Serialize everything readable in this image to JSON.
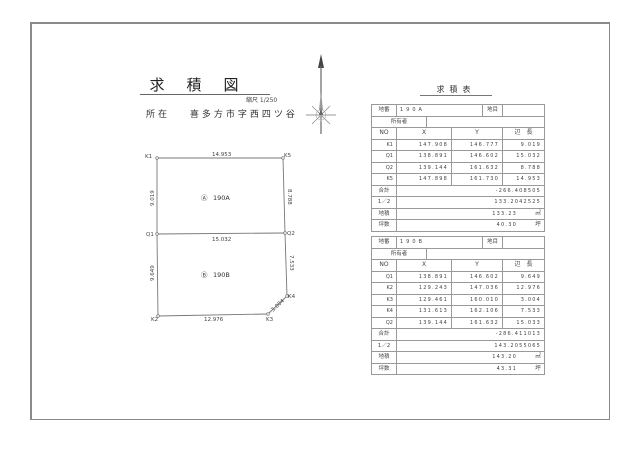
{
  "document": {
    "title": "求積図",
    "scale": "縮尺 1/250",
    "location_label": "所在",
    "location_value": "喜多方市字西四ツ谷",
    "compass": "north-arrow-icon"
  },
  "plot": {
    "lots": [
      {
        "mark": "Ⓐ",
        "label": "190A"
      },
      {
        "mark": "Ⓑ",
        "label": "190B"
      }
    ],
    "points": {
      "K1": "K1",
      "K5": "K5",
      "Q1": "Q1",
      "Q2": "Q2",
      "K2": "K2",
      "K3": "K3",
      "K4": "K4"
    },
    "dimensions": {
      "K1_K5": "14.953",
      "K1_Q1": "9.019",
      "K5_Q2": "8.788",
      "Q1_Q2": "15.032",
      "Q1_K2": "9.649",
      "Q2_K4": "7.533",
      "K2_K3": "12.976",
      "K3_K4": "3.004"
    }
  },
  "table_title": "求積表",
  "tables": [
    {
      "lot_label": "地番",
      "lot_value": "190A",
      "category_label": "地目",
      "category_value": "",
      "owner_label": "所有者",
      "owner_value": "",
      "headers": {
        "no": "NO",
        "x": "X",
        "y": "Y",
        "len": "辺　長"
      },
      "rows": [
        {
          "no": "K1",
          "x": "147.908",
          "y": "146.777",
          "len": "9.019"
        },
        {
          "no": "Q1",
          "x": "138.891",
          "y": "146.602",
          "len": "15.032"
        },
        {
          "no": "Q2",
          "x": "139.144",
          "y": "161.632",
          "len": "8.788"
        },
        {
          "no": "K5",
          "x": "147.898",
          "y": "161.730",
          "len": "14.953"
        }
      ],
      "sum_label": "合計",
      "sum_value": "-266.408505",
      "half_label": "1／2",
      "half_value": "133.2042525",
      "area_label": "地積",
      "area_value": "133.23",
      "area_unit": "㎡",
      "tsubo_label": "坪数",
      "tsubo_value": "40.30",
      "tsubo_unit": "坪"
    },
    {
      "lot_label": "地番",
      "lot_value": "190B",
      "category_label": "地目",
      "category_value": "",
      "owner_label": "所有者",
      "owner_value": "",
      "headers": {
        "no": "NO",
        "x": "X",
        "y": "Y",
        "len": "辺　長"
      },
      "rows": [
        {
          "no": "Q1",
          "x": "138.891",
          "y": "146.602",
          "len": "9.649"
        },
        {
          "no": "K2",
          "x": "129.243",
          "y": "147.036",
          "len": "12.976"
        },
        {
          "no": "K3",
          "x": "129.461",
          "y": "160.010",
          "len": "3.004"
        },
        {
          "no": "K4",
          "x": "131.613",
          "y": "162.106",
          "len": "7.533"
        },
        {
          "no": "Q2",
          "x": "139.144",
          "y": "161.632",
          "len": "15.033"
        }
      ],
      "sum_label": "合計",
      "sum_value": "-286.411013",
      "half_label": "1／2",
      "half_value": "143.2055065",
      "area_label": "地積",
      "area_value": "143.20",
      "area_unit": "㎡",
      "tsubo_label": "坪数",
      "tsubo_value": "43.31",
      "tsubo_unit": "坪"
    }
  ]
}
